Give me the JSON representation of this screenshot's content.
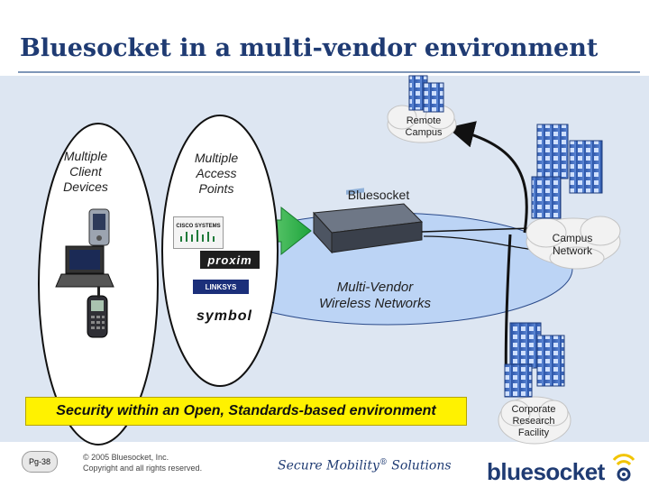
{
  "slide": {
    "title": "Bluesocket in a multi-vendor environment",
    "footer": {
      "page": "Pg-38",
      "copyright_line1": "© 2005 Bluesocket, Inc.",
      "copyright_line2": "Copyright and all rights reserved.",
      "tagline": "Secure Mobility",
      "tagline_mark": "®",
      "tagline_suffix": " Solutions",
      "logo_text": "bluesocket"
    }
  },
  "diagram": {
    "client_label": [
      "Multiple",
      "Client",
      "Devices"
    ],
    "ap_label": [
      "Multiple",
      "Access",
      "Points"
    ],
    "gateway_label": "Bluesocket",
    "network_label": [
      "Multi-Vendor",
      "Wireless Networks"
    ],
    "remote_campus": [
      "Remote",
      "Campus"
    ],
    "campus_network": [
      "Campus",
      "Network"
    ],
    "corporate_research": [
      "Corporate",
      "Research",
      "Facility"
    ],
    "vendors": [
      "CISCO SYSTEMS",
      "proxim",
      "LINKSYS",
      "symbol"
    ],
    "banner": "Security within an Open, Standards-based environment"
  },
  "colors": {
    "title": "#1f3b73",
    "panel": "#dde6f2",
    "banner": "#fff200",
    "arrow": "#2db34a",
    "building": "#3a66b8"
  }
}
